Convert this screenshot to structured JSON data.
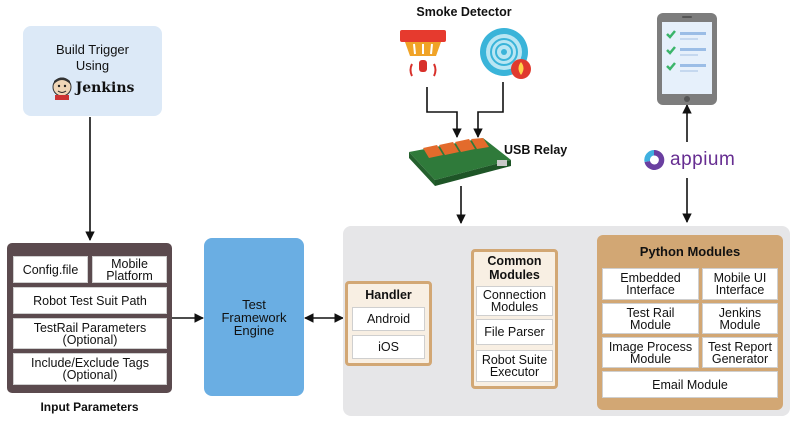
{
  "build_trigger": {
    "line1": "Build Trigger",
    "line2": "Using",
    "brand": "Jenkins"
  },
  "smoke_detector": {
    "title": "Smoke Detector"
  },
  "usb_relay": {
    "label": "USB Relay"
  },
  "appium": {
    "label": "appium"
  },
  "input_parameters": {
    "caption": "Input Parameters",
    "config_file": "Config.file",
    "mobile_platform_1": "Mobile",
    "mobile_platform_2": "Platform",
    "robot_path": "Robot Test Suit Path",
    "testrail_1": "TestRail Parameters",
    "testrail_2": "(Optional)",
    "tags_1": "Include/Exclude Tags",
    "tags_2": "(Optional)"
  },
  "engine": {
    "line1": "Test",
    "line2": "Framework",
    "line3": "Engine"
  },
  "handler": {
    "title": "Handler",
    "android": "Android",
    "ios": "iOS"
  },
  "common_modules": {
    "title1": "Common",
    "title2": "Modules",
    "connection_1": "Connection",
    "connection_2": "Modules",
    "file_parser": "File Parser",
    "robot_1": "Robot Suite",
    "robot_2": "Executor"
  },
  "python_modules": {
    "title": "Python Modules",
    "embedded_1": "Embedded",
    "embedded_2": "Interface",
    "mobile_ui_1": "Mobile UI",
    "mobile_ui_2": "Interface",
    "testrail_1": "Test Rail",
    "testrail_2": "Module",
    "jenkins_1": "Jenkins",
    "jenkins_2": "Module",
    "image_1": "Image Process",
    "image_2": "Module",
    "report_1": "Test Report",
    "report_2": "Generator",
    "email": "Email Module"
  },
  "colors": {
    "trigger_bg": "#dce9f7",
    "input_frame": "#5b4a4e",
    "engine_blue": "#6aaee3",
    "module_orange": "#d2a774",
    "module_fill": "#f8efe3",
    "system_gray": "#e6e6e8"
  }
}
